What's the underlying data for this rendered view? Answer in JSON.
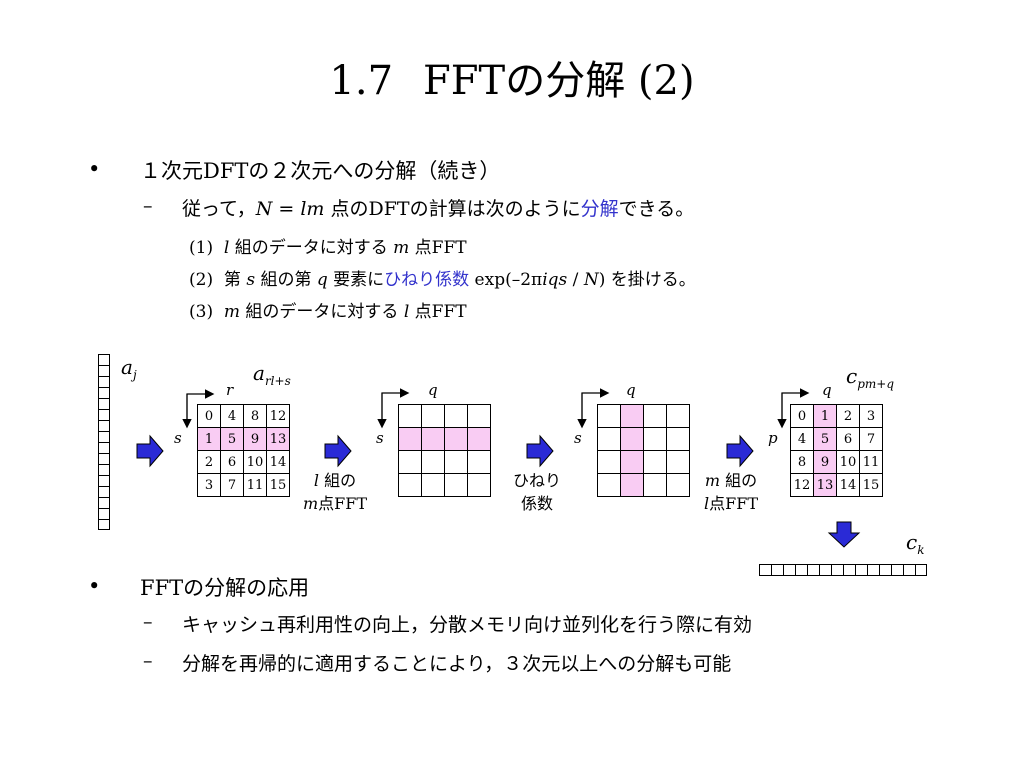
{
  "title": {
    "number": "1.7",
    "text": "FFTの分解 (2)"
  },
  "bullets": [
    {
      "marker": "•",
      "text": "１次元DFTの２次元への分解（続き）"
    },
    {
      "marker": "•",
      "text": "FFTの分解の応用"
    }
  ],
  "sub1": {
    "dash": "–",
    "pre": "従って，",
    "eq": "N = lm",
    "post": " 点のDFTの計算は次のように",
    "hl": "分解",
    "tail": "できる。"
  },
  "steps": [
    {
      "num": "(1)",
      "v1": "l",
      "t1": " 組のデータに対する ",
      "v2": "m",
      "t2": " 点FFT"
    },
    {
      "num": "(2)",
      "t1": "第 ",
      "v1": "s",
      "t2": " 組の第 ",
      "v2": "q",
      "t3": " 要素に",
      "hl": "ひねり係数",
      "t4": " exp(–2π",
      "v3": "iqs",
      "t5": " / ",
      "v4": "N",
      "t6": ") を掛ける。"
    },
    {
      "num": "(3)",
      "v1": "m",
      "t1": " 組のデータに対する ",
      "v2": "l",
      "t2": " 点FFT"
    }
  ],
  "diagram": {
    "label_a_j": {
      "base": "a",
      "sub": "j"
    },
    "label_a_rls": {
      "base": "a",
      "sub": "rl+s"
    },
    "label_c_pmq": {
      "base": "c",
      "sub": "pm+q"
    },
    "label_c_k": {
      "base": "c",
      "sub": "k"
    },
    "axis_r": "r",
    "axis_q": "q",
    "axis_s": "s",
    "axis_p": "p",
    "grid1": [
      [
        "0",
        "4",
        "8",
        "12"
      ],
      [
        "1",
        "5",
        "9",
        "13"
      ],
      [
        "2",
        "6",
        "10",
        "14"
      ],
      [
        "3",
        "7",
        "11",
        "15"
      ]
    ],
    "grid4": [
      [
        "0",
        "1",
        "2",
        "3"
      ],
      [
        "4",
        "5",
        "6",
        "7"
      ],
      [
        "8",
        "9",
        "10",
        "11"
      ],
      [
        "12",
        "13",
        "14",
        "15"
      ]
    ],
    "cap1": {
      "var": "l",
      "text": " 組の",
      "var2": "m",
      "text2": "点FFT"
    },
    "cap2": {
      "line1": "ひねり",
      "line2": "係数"
    },
    "cap3": {
      "var": "m",
      "text": " 組の",
      "var2": "l",
      "text2": "点FFT"
    },
    "accent_color": "#3333cc",
    "highlight_color": "#f9ccf3"
  },
  "sub2": [
    {
      "dash": "–",
      "text": "キャッシュ再利用性の向上，分散メモリ向け並列化を行う際に有効"
    },
    {
      "dash": "–",
      "text": "分解を再帰的に適用することにより，３次元以上への分解も可能"
    }
  ]
}
